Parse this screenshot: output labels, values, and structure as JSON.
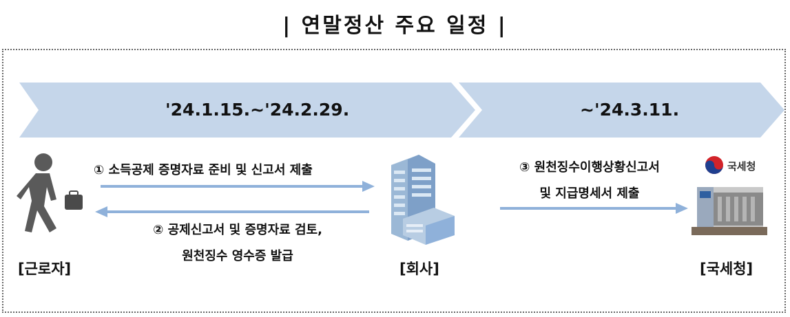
{
  "title": "| 연말정산 주요 일정 |",
  "phases": [
    {
      "date": "'24.1.15.~'24.2.29."
    },
    {
      "date": "~'24.3.11."
    }
  ],
  "steps": [
    {
      "text": "① 소득공제 증명자료 준비 및 신고서 제출"
    },
    {
      "line1": "② 공제신고서 및 증명자료 검토,",
      "line2": "원천징수 영수증 발급"
    },
    {
      "line1": "③ 원천징수이행상황신고서",
      "line2": "및 지급명세서 제출"
    }
  ],
  "parties": {
    "worker": "[근로자]",
    "company": "[회사]",
    "nts": "[국세청]"
  },
  "nts_logo_text": "국세청",
  "colors": {
    "banner": "#c5d6ea",
    "arrow": "#8fb1da",
    "figure": "#5a5a5a",
    "nts_red": "#d2232a",
    "nts_blue": "#1f3f8f"
  },
  "icons": [
    "walking-worker-icon",
    "office-building-icon",
    "nts-building-icon",
    "nts-logo-icon"
  ]
}
